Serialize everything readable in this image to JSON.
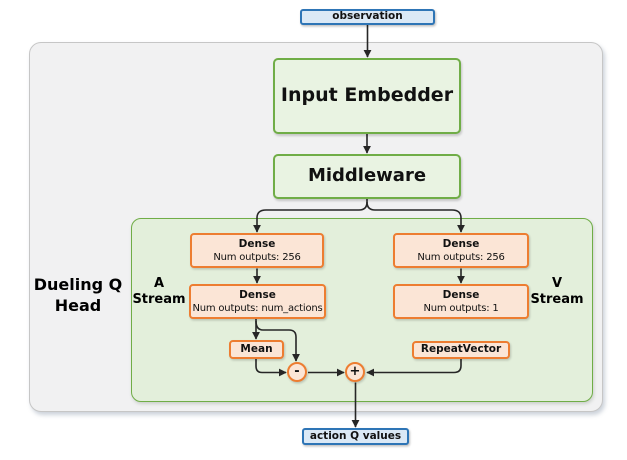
{
  "colors": {
    "blue_border": "#2e75b6",
    "blue_fill": "#dbe9f6",
    "green_border": "#70ad47",
    "green_fill": "#e9f3e2",
    "green_container_fill": "#e3efdb",
    "orange_border": "#ed7d31",
    "orange_fill": "#fbe5d6",
    "gray_fill": "#f1f1f2",
    "gray_border": "#c6c6c6",
    "arrow": "#262626"
  },
  "nodes": {
    "observation": "observation",
    "input_embedder": "Input Embedder",
    "middleware": "Middleware",
    "dense_a1": {
      "title": "Dense",
      "subtitle": "Num outputs: 256"
    },
    "dense_a2": {
      "title": "Dense",
      "subtitle": "Num outputs: num_actions"
    },
    "mean": "Mean",
    "dense_v1": {
      "title": "Dense",
      "subtitle": "Num outputs: 256"
    },
    "dense_v2": {
      "title": "Dense",
      "subtitle": "Num outputs: 1"
    },
    "repeat_vector": "RepeatVector",
    "subtract_op": "-",
    "add_op": "+",
    "action_q_values": "action Q values"
  },
  "labels": {
    "dueling_head": {
      "line1": "Dueling Q",
      "line2": "Head"
    },
    "a_stream": {
      "line1": "A",
      "line2": "Stream"
    },
    "v_stream": {
      "line1": "V",
      "line2": "Stream"
    }
  }
}
